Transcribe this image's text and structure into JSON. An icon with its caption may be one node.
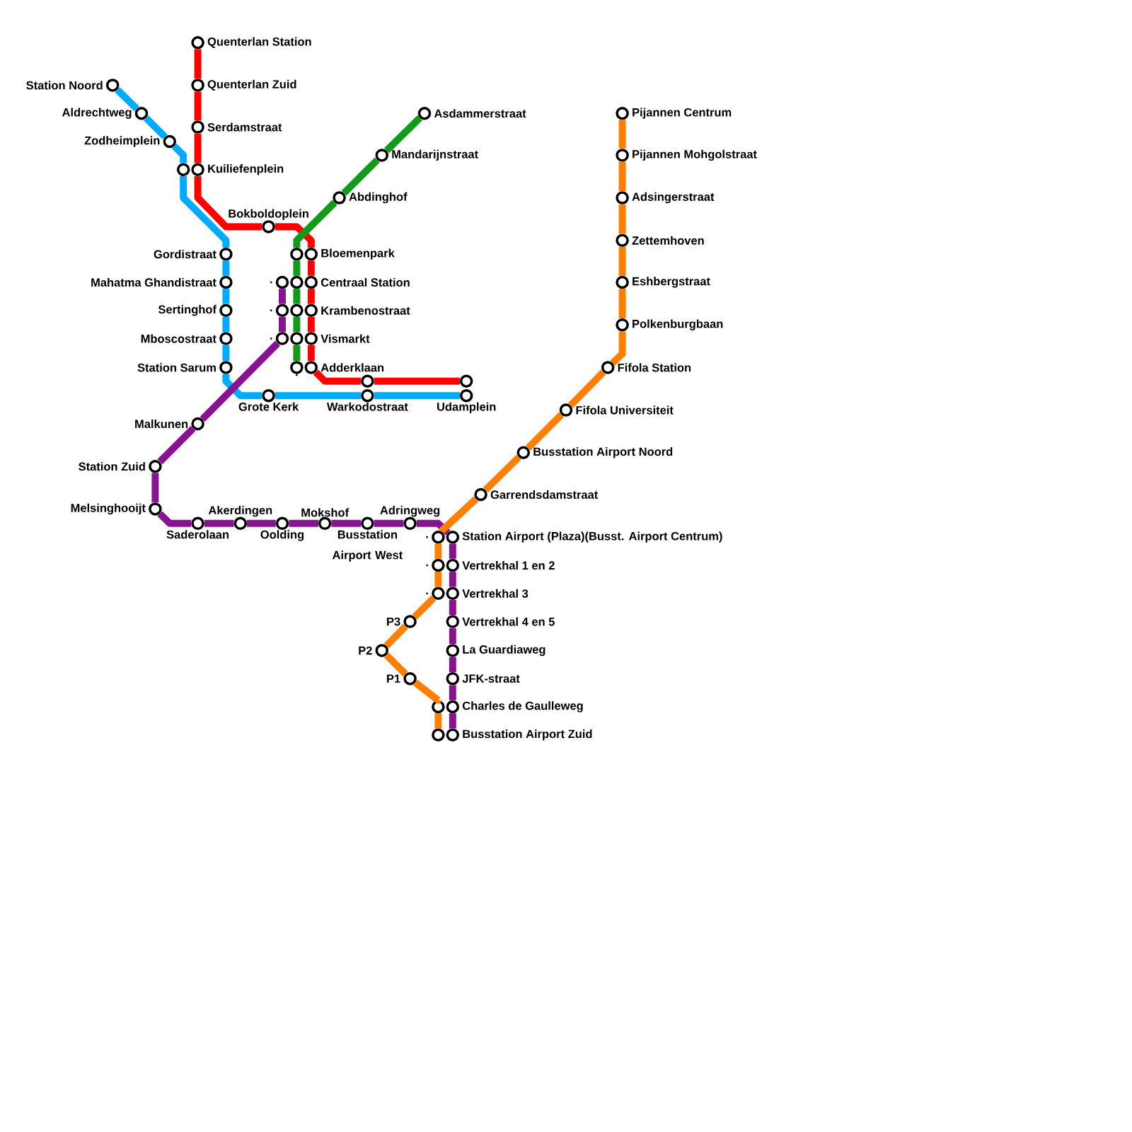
{
  "diagram": {
    "nodes": [
      {
        "text": [
          "Station Noord"
        ]
      },
      {
        "text": [
          "Aldrechtweg"
        ]
      },
      {
        "text": [
          "Zodheimplein"
        ]
      },
      {
        "text": [],
        "shape": "circle"
      },
      {
        "text": [
          "Gordistraat"
        ]
      },
      {
        "text": [
          "Mahatma Ghandistraat"
        ]
      },
      {
        "text": [
          "Sertinghof"
        ]
      },
      {
        "text": [
          "Mboscostraat"
        ]
      },
      {
        "text": [
          "Station Sarum"
        ]
      },
      {
        "text": [
          "Grote Kerk"
        ]
      },
      {
        "text": [
          "Warkodostraat"
        ]
      },
      {
        "text": [
          "Udamplein"
        ]
      },
      {
        "text": [
          "Quenterlan Station"
        ]
      },
      {
        "text": [
          "Quenterlan Zuid"
        ]
      },
      {
        "text": [
          "Serdamstraat"
        ]
      },
      {
        "text": [
          "Kuiliefenplein"
        ]
      },
      {
        "text": [
          "Bokboldoplein"
        ]
      },
      {
        "text": [
          "Bloemenpark"
        ]
      },
      {
        "text": [
          "Centraal Station"
        ]
      },
      {
        "text": [
          "Krambenostraat"
        ]
      },
      {
        "text": [
          "Vismarkt"
        ]
      },
      {
        "text": [
          "Adderklaan"
        ]
      },
      {
        "text": [],
        "shape": "circle"
      },
      {
        "text": [],
        "shape": "circle"
      },
      {
        "text": [
          "Asdammerstraat"
        ]
      },
      {
        "text": [
          "Mandarijnstraat"
        ]
      },
      {
        "text": [
          "Abdinghof"
        ]
      },
      {
        "text": [],
        "shape": "circle"
      },
      {
        "text": [],
        "shape": "circle"
      },
      {
        "text": [],
        "shape": "circle"
      },
      {
        "text": [],
        "shape": "circle"
      },
      {
        "text": [
          "."
        ]
      },
      {
        "text": [
          "."
        ]
      },
      {
        "text": [
          "."
        ]
      },
      {
        "text": [
          "."
        ]
      },
      {
        "text": [
          "Malkunen"
        ]
      },
      {
        "text": [
          "Station Zuid"
        ]
      },
      {
        "text": [
          "Melsinghooijt"
        ]
      },
      {
        "text": [
          "Saderolaan"
        ]
      },
      {
        "text": [
          "Akerdingen"
        ]
      },
      {
        "text": [
          "Oolding"
        ]
      },
      {
        "text": [
          "Mokshof"
        ]
      },
      {
        "text": [
          "Busstation Airport West"
        ]
      },
      {
        "text": [
          "Adringweg"
        ]
      },
      {
        "text": [
          "Station Airport (Plaza)(Busst. Airport Centrum)"
        ]
      },
      {
        "text": [
          "Vertrekhal 1 en 2"
        ]
      },
      {
        "text": [
          "Vertrekhal 3"
        ]
      },
      {
        "text": [
          "Vertrekhal 4 en 5"
        ]
      },
      {
        "text": [
          "La Guardiaweg"
        ]
      },
      {
        "text": [
          "JFK-straat"
        ]
      },
      {
        "text": [
          "Charles de Gaulleweg"
        ]
      },
      {
        "text": [
          "Busstation Airport Zuid"
        ]
      },
      {
        "text": [
          "Pijannen Centrum"
        ]
      },
      {
        "text": [
          "Pijannen Mohgolstraat"
        ]
      },
      {
        "text": [
          "Adsingerstraat"
        ]
      },
      {
        "text": [
          "Zettemhoven"
        ]
      },
      {
        "text": [
          "Eshbergstraat"
        ]
      },
      {
        "text": [
          "Polkenburgbaan"
        ]
      },
      {
        "text": [
          "Fifola Station"
        ]
      },
      {
        "text": [
          "Fifola Universiteit"
        ]
      },
      {
        "text": [
          "Busstation Airport Noord"
        ]
      },
      {
        "text": [
          "Garrendsdamstraat"
        ]
      },
      {
        "text": [
          "."
        ]
      },
      {
        "text": [
          "."
        ]
      },
      {
        "text": [
          "."
        ]
      },
      {
        "text": [
          "P3"
        ]
      },
      {
        "text": [
          "P2"
        ]
      },
      {
        "text": [
          "P1"
        ]
      },
      {
        "text": [],
        "shape": "circle"
      },
      {
        "text": [],
        "shape": "circle"
      }
    ],
    "edges": [
      {
        "from": 0,
        "to": 1,
        "arrow": "none",
        "color": "#00aaff"
      },
      {
        "from": 1,
        "to": 2,
        "arrow": "none",
        "color": "#00aaff"
      },
      {
        "from": 2,
        "to": 3,
        "arrow": "none",
        "color": "#00aaff"
      },
      {
        "from": 3,
        "to": 4,
        "arrow": "none",
        "color": "#00aaff"
      },
      {
        "from": 4,
        "to": 5,
        "arrow": "none",
        "color": "#00aaff"
      },
      {
        "from": 5,
        "to": 6,
        "arrow": "none",
        "color": "#00aaff"
      },
      {
        "from": 6,
        "to": 7,
        "arrow": "none",
        "color": "#00aaff"
      },
      {
        "from": 7,
        "to": 8,
        "arrow": "none",
        "color": "#00aaff"
      },
      {
        "from": 8,
        "to": 9,
        "arrow": "none",
        "color": "#00aaff"
      },
      {
        "from": 9,
        "to": 10,
        "arrow": "none",
        "color": "#00aaff"
      },
      {
        "from": 10,
        "to": 11,
        "arrow": "none",
        "color": "#00aaff"
      },
      {
        "from": 12,
        "to": 13,
        "arrow": "none",
        "color": "#ff0000"
      },
      {
        "from": 13,
        "to": 14,
        "arrow": "none",
        "color": "#ff0000"
      },
      {
        "from": 14,
        "to": 15,
        "arrow": "none",
        "color": "#ff0000"
      },
      {
        "from": 15,
        "to": 16,
        "arrow": "none",
        "color": "#ff0000"
      },
      {
        "from": 16,
        "to": 17,
        "arrow": "none",
        "color": "#ff0000"
      },
      {
        "from": 17,
        "to": 18,
        "arrow": "none",
        "color": "#ff0000"
      },
      {
        "from": 18,
        "to": 19,
        "arrow": "none",
        "color": "#ff0000"
      },
      {
        "from": 19,
        "to": 20,
        "arrow": "none",
        "color": "#ff0000"
      },
      {
        "from": 20,
        "to": 21,
        "arrow": "none",
        "color": "#ff0000"
      },
      {
        "from": 21,
        "to": 22,
        "arrow": "none",
        "color": "#ff0000"
      },
      {
        "from": 22,
        "to": 23,
        "arrow": "none",
        "color": "#ff0000"
      },
      {
        "from": 24,
        "to": 25,
        "arrow": "none",
        "color": "#139a1a"
      },
      {
        "from": 25,
        "to": 26,
        "arrow": "none",
        "color": "#139a1a"
      },
      {
        "from": 26,
        "to": 27,
        "arrow": "none",
        "color": "#139a1a"
      },
      {
        "from": 27,
        "to": 28,
        "arrow": "none",
        "color": "#139a1a"
      },
      {
        "from": 28,
        "to": 29,
        "arrow": "none",
        "color": "#139a1a"
      },
      {
        "from": 29,
        "to": 30,
        "arrow": "none",
        "color": "#139a1a"
      },
      {
        "from": 30,
        "to": 31,
        "arrow": "none",
        "color": "#139a1a"
      },
      {
        "from": 32,
        "to": 33,
        "arrow": "none",
        "color": "#881390"
      },
      {
        "from": 33,
        "to": 34,
        "arrow": "none",
        "color": "#881390"
      },
      {
        "from": 34,
        "to": 35,
        "arrow": "none",
        "color": "#881390"
      },
      {
        "from": 35,
        "to": 36,
        "arrow": "none",
        "color": "#881390"
      },
      {
        "from": 36,
        "to": 37,
        "arrow": "none",
        "color": "#881390"
      },
      {
        "from": 37,
        "to": 38,
        "arrow": "none",
        "color": "#881390"
      },
      {
        "from": 38,
        "to": 39,
        "arrow": "none",
        "color": "#881390"
      },
      {
        "from": 39,
        "to": 40,
        "arrow": "none",
        "color": "#881390"
      },
      {
        "from": 40,
        "to": 41,
        "arrow": "none",
        "color": "#881390"
      },
      {
        "from": 41,
        "to": 42,
        "arrow": "none",
        "color": "#881390"
      },
      {
        "from": 42,
        "to": 43,
        "arrow": "none",
        "color": "#881390"
      },
      {
        "from": 43,
        "to": 44,
        "arrow": "none",
        "color": "#881390"
      },
      {
        "from": 44,
        "to": 45,
        "arrow": "none",
        "color": "#881390"
      },
      {
        "from": 45,
        "to": 46,
        "arrow": "none",
        "color": "#881390"
      },
      {
        "from": 46,
        "to": 47,
        "arrow": "none",
        "color": "#881390"
      },
      {
        "from": 47,
        "to": 48,
        "arrow": "none",
        "color": "#881390"
      },
      {
        "from": 48,
        "to": 49,
        "arrow": "none",
        "color": "#881390"
      },
      {
        "from": 49,
        "to": 50,
        "arrow": "none",
        "color": "#881390"
      },
      {
        "from": 50,
        "to": 51,
        "arrow": "none",
        "color": "#881390"
      },
      {
        "from": 52,
        "to": 53,
        "arrow": "none",
        "color": "#ff8000"
      },
      {
        "from": 53,
        "to": 54,
        "arrow": "none",
        "color": "#ff8000"
      },
      {
        "from": 54,
        "to": 55,
        "arrow": "none",
        "color": "#ff8000"
      },
      {
        "from": 55,
        "to": 56,
        "arrow": "none",
        "color": "#ff8000"
      },
      {
        "from": 56,
        "to": 57,
        "arrow": "none",
        "color": "#ff8000"
      },
      {
        "from": 57,
        "to": 58,
        "arrow": "none",
        "color": "#ff8000"
      },
      {
        "from": 58,
        "to": 59,
        "arrow": "none",
        "color": "#ff8000"
      },
      {
        "from": 59,
        "to": 60,
        "arrow": "none",
        "color": "#ff8000"
      },
      {
        "from": 60,
        "to": 61,
        "arrow": "none",
        "color": "#ff8000"
      },
      {
        "from": 61,
        "to": 62,
        "arrow": "none",
        "color": "#ff8000"
      },
      {
        "from": 62,
        "to": 63,
        "arrow": "none",
        "color": "#ff8000"
      },
      {
        "from": 63,
        "to": 64,
        "arrow": "none",
        "color": "#ff8000"
      },
      {
        "from": 64,
        "to": 65,
        "arrow": "none",
        "color": "#ff8000"
      },
      {
        "from": 65,
        "to": 66,
        "arrow": "none",
        "color": "#ff8000"
      },
      {
        "from": 66,
        "to": 67,
        "arrow": "none",
        "color": "#ff8000"
      },
      {
        "from": 67,
        "to": 68,
        "arrow": "none",
        "color": "#ff8000"
      },
      {
        "from": 68,
        "to": 69,
        "arrow": "none",
        "color": "#ff8000"
      }
    ]
  }
}
